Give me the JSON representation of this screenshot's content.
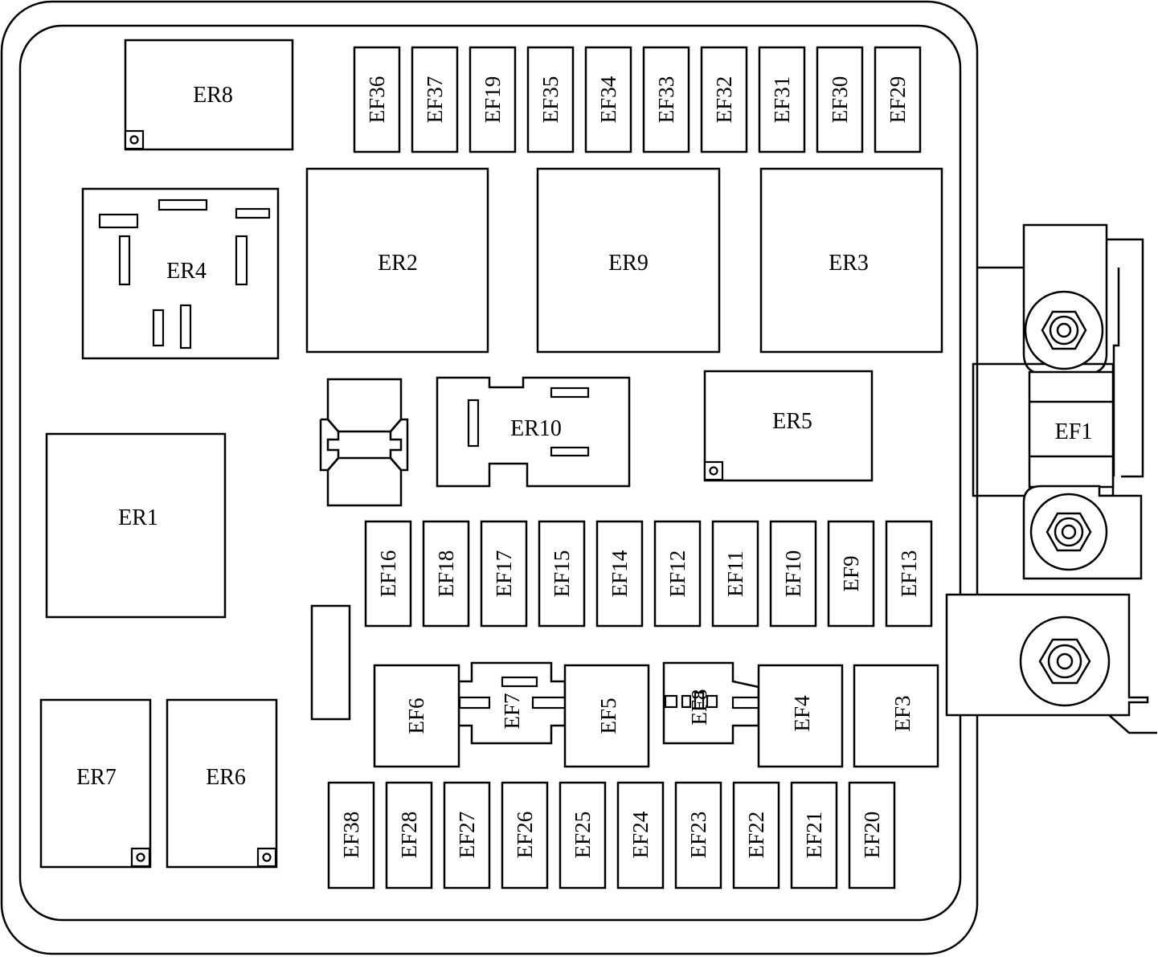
{
  "relays": {
    "er8": "ER8",
    "er4": "ER4",
    "er2": "ER2",
    "er9": "ER9",
    "er3": "ER3",
    "er10": "ER10",
    "er5": "ER5",
    "er1": "ER1",
    "er7": "ER7",
    "er6": "ER6"
  },
  "fuses_top_row": [
    "EF36",
    "EF37",
    "EF19",
    "EF35",
    "EF34",
    "EF33",
    "EF32",
    "EF31",
    "EF30",
    "EF29"
  ],
  "fuses_middle_row": [
    "EF16",
    "EF18",
    "EF17",
    "EF15",
    "EF14",
    "EF12",
    "EF11",
    "EF10",
    "EF9",
    "EF13"
  ],
  "fuses_bottom_row": [
    "EF38",
    "EF28",
    "EF27",
    "EF26",
    "EF25",
    "EF24",
    "EF23",
    "EF22",
    "EF21",
    "EF20"
  ],
  "large_fuses": {
    "ef6": "EF6",
    "ef7": "EF7",
    "ef5": "EF5",
    "ef8": "EF8",
    "ef4": "EF4",
    "ef3": "EF3"
  },
  "main_fuse": "EF1"
}
